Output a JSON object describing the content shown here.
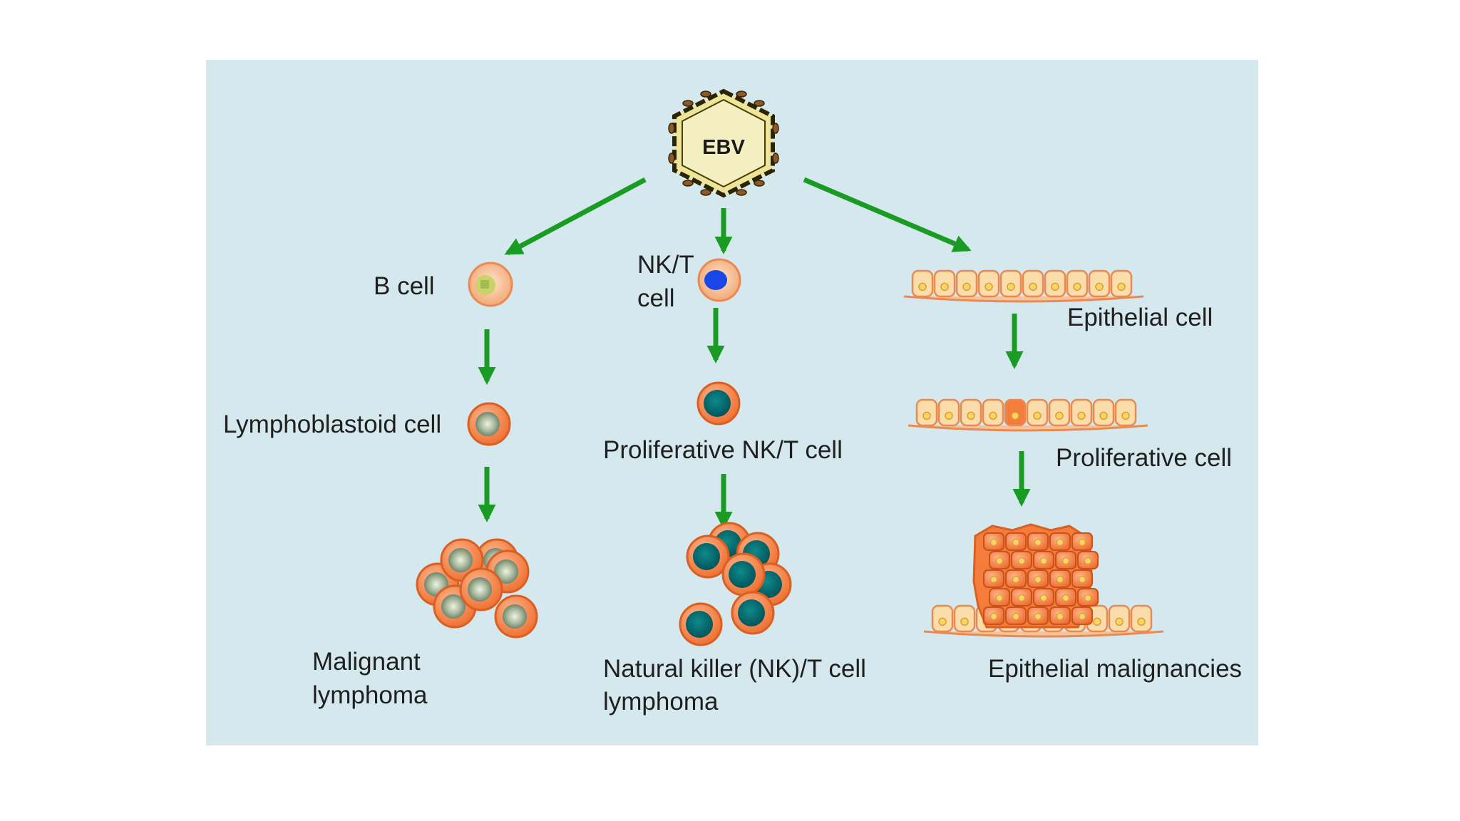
{
  "virus": {
    "label": "EBV"
  },
  "colors": {
    "panel": "#d4e8ee",
    "arrow": "#1a9c24",
    "cell_fill": "#f6c9a2",
    "cell_edge": "#e98a52",
    "nucleus_teal": "#00666b",
    "nucleus_blue": "#1a46e8",
    "tumor": "#f47d3b",
    "hex_outline": "#2c2400",
    "hex_fill": "#ede59a"
  },
  "branches": {
    "b": {
      "start_label": "B cell",
      "middle_label": "Lymphoblastoid cell",
      "end_label_line1": "Malignant",
      "end_label_line2": "lymphoma"
    },
    "nkt": {
      "start_label_line1": "NK/T",
      "start_label_line2": "cell",
      "middle_label": "Proliferative NK/T cell",
      "end_label_line1": "Natural killer (NK)/T cell",
      "end_label_line2": "lymphoma"
    },
    "epi": {
      "start_label": "Epithelial cell",
      "middle_label": "Proliferative cell",
      "end_label": "Epithelial malignancies"
    }
  }
}
